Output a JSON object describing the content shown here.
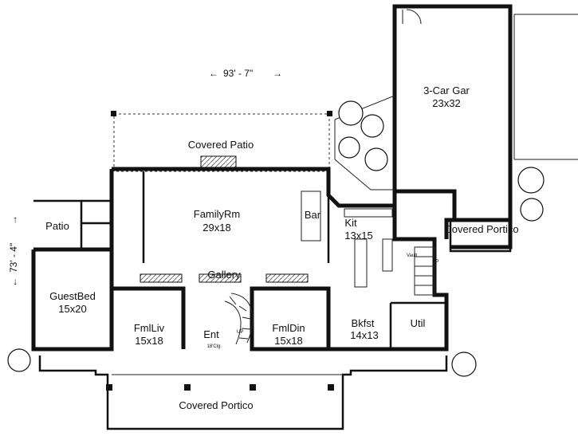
{
  "dimensions": {
    "width_label": "93' - 7\"",
    "depth_label": "73' - 4\""
  },
  "rooms": {
    "garage": {
      "name": "3-Car Gar",
      "size": "23x32"
    },
    "covered_patio": {
      "name": "Covered Patio"
    },
    "family_room": {
      "name": "FamilyRm",
      "size": "29x18"
    },
    "bar": {
      "name": "Bar"
    },
    "kitchen": {
      "name": "Kit",
      "size": "13x15"
    },
    "patio": {
      "name": "Patio"
    },
    "covered_portico_side": {
      "name": "Covered Portico"
    },
    "gallery": {
      "name": "Gallery"
    },
    "guest_bed": {
      "name": "GuestBed",
      "size": "15x20"
    },
    "formal_living": {
      "name": "FmlLiv",
      "size": "15x18"
    },
    "entry": {
      "name": "Ent",
      "note": "18'Clg"
    },
    "formal_dining": {
      "name": "FmlDin",
      "size": "15x18"
    },
    "breakfast": {
      "name": "Bkfst",
      "size": "14x13"
    },
    "utility": {
      "name": "Util"
    },
    "covered_portico_front": {
      "name": "Covered Portico"
    }
  },
  "annotations": {
    "vault": "Vault",
    "up_main": "UP",
    "up_rear": "UP"
  }
}
